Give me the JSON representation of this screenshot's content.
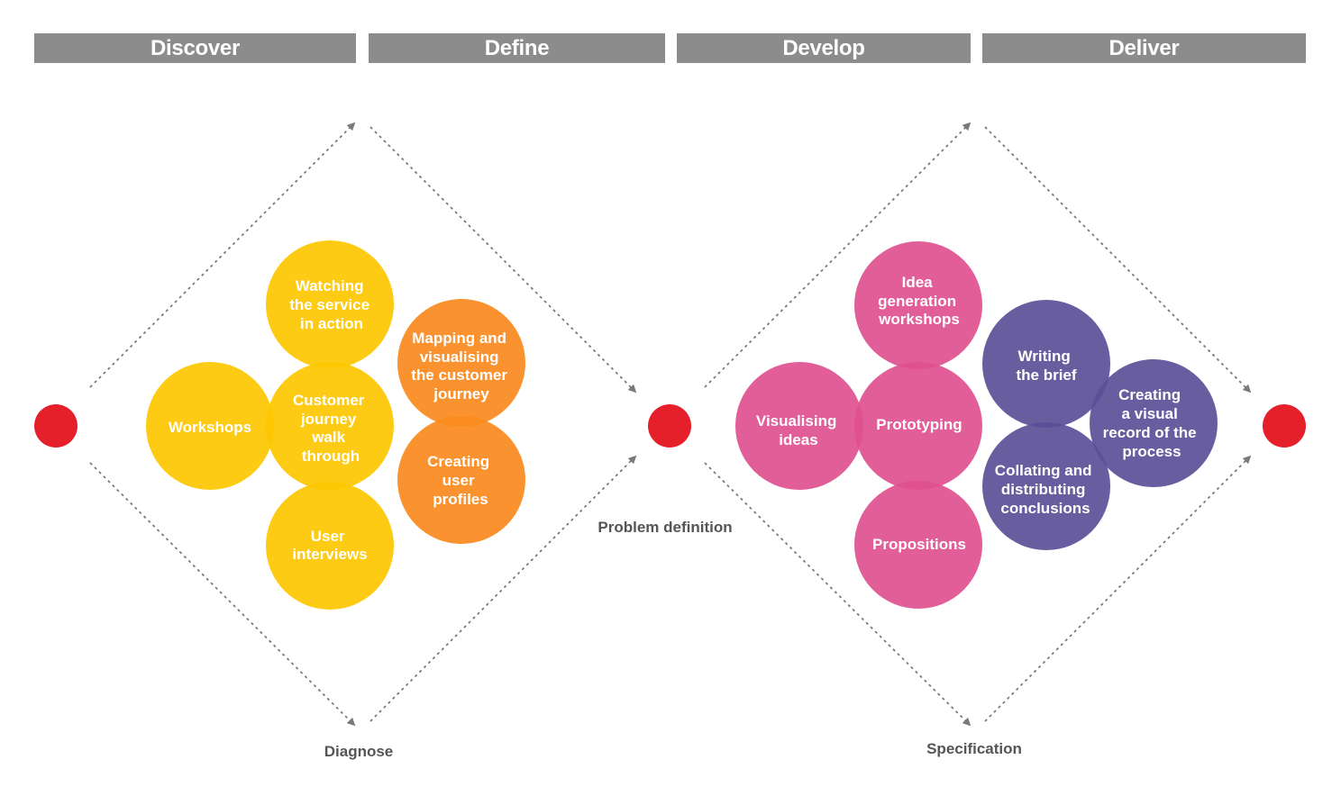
{
  "phases": [
    {
      "label": "Discover",
      "color": "#8c8c8c"
    },
    {
      "label": "Define",
      "color": "#8c8c8c"
    },
    {
      "label": "Develop",
      "color": "#8c8c8c"
    },
    {
      "label": "Deliver",
      "color": "#8c8c8c"
    }
  ],
  "milestones": {
    "diagnose": "Diagnose",
    "problem_definition": "Problem definition",
    "specification": "Specification"
  },
  "colors": {
    "yellow": "#fdc700",
    "orange": "#fa8a1d",
    "pink": "#e0508f",
    "purple": "#5a4f97",
    "red_dot": "#e5202a",
    "arrow": "#7a7a7a"
  },
  "discover_methods": [
    {
      "lines": [
        "Watching",
        "the service",
        "in action"
      ]
    },
    {
      "lines": [
        "Workshops"
      ]
    },
    {
      "lines": [
        "Customer",
        "journey",
        "walk",
        "through"
      ]
    },
    {
      "lines": [
        "User",
        "interviews"
      ]
    }
  ],
  "define_methods": [
    {
      "lines": [
        "Mapping and",
        "visualising",
        "the customer",
        "journey"
      ]
    },
    {
      "lines": [
        "Creating",
        "user",
        "profiles"
      ]
    }
  ],
  "develop_methods": [
    {
      "lines": [
        "Idea",
        "generation",
        "workshops"
      ]
    },
    {
      "lines": [
        "Visualising",
        "ideas"
      ]
    },
    {
      "lines": [
        "Prototyping"
      ]
    },
    {
      "lines": [
        "Propositions"
      ]
    }
  ],
  "deliver_methods": [
    {
      "lines": [
        "Writing",
        "the brief"
      ]
    },
    {
      "lines": [
        "Creating",
        "a visual",
        "record of the",
        "process"
      ]
    },
    {
      "lines": [
        "Collating and",
        "distributing",
        "conclusions"
      ]
    }
  ]
}
